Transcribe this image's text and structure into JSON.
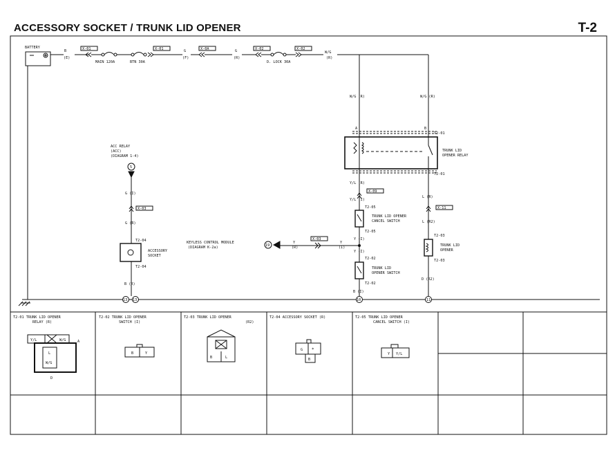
{
  "page": {
    "title": "ACCESSORY SOCKET / TRUNK LID OPENER",
    "page_number": "T-2"
  },
  "wiring": {
    "battery": "BATTERY",
    "w_b_e": "B",
    "w_b_e2": "(E)",
    "con_x01a": "X-01",
    "con_x01b": "X-01",
    "fuse_main": "MAIN 120A",
    "fuse_btn": "BTN 30A",
    "w_g_f": "G",
    "w_g_f2": "(F)",
    "con_x0a": "X-0A",
    "w_g_r": "G",
    "w_g_r2": "(R)",
    "con_x02a": "X-02",
    "con_x02b": "X-02",
    "fuse_dlock": "D. LOCK 30A",
    "w_wg": "W/G",
    "w_wg2": "(R)",
    "w_wg_left": "W/G (R)",
    "w_wg_right": "W/G (R)",
    "pin_a": "A",
    "pin_b": "B",
    "t201_top": "T2-01",
    "t201_bot": "T2-01",
    "relay_label1": "TRUNK LID",
    "relay_label2": "OPENER RELAY",
    "yl_r": "Y/L (R)",
    "con_x09": "X-09",
    "yl_i": "Y/L (I)",
    "l_r": "L (R)",
    "con_x11": "X-11",
    "l_r2": "L (R2)",
    "t205_top": "T2-05",
    "t205_bot": "T2-05",
    "cancel1": "TRUNK LID OPENER",
    "cancel2": "CANCEL SWITCH",
    "y_i_a": "Y (I)",
    "y_i_b": "Y (I)",
    "t202_top": "T2-02",
    "t202_bot": "T2-02",
    "opener_sw1": "TRUNK LID",
    "opener_sw2": "OPENER SWITCH",
    "b_i": "B (I)",
    "node10": "10",
    "t203_top": "T2-03",
    "t203_bot": "T2-03",
    "opener1": "TRUNK LID",
    "opener2": "OPENER",
    "d_r2": "D (R2)",
    "node11": "11",
    "acc_relay1": "ACC RELAY",
    "acc_relay2": "(ACC)",
    "acc_relay3": "(DIAGRAM 1-4)",
    "node5": "5",
    "g_i": "G (I)",
    "con_x03": "X-03",
    "g_r": "G (R)",
    "t204_top": "T2-04",
    "t204_bot": "T2-04",
    "socket1": "ACCESSORY",
    "socket2": "SOCKET",
    "b_r": "B (R)",
    "node13": "13",
    "node13b": "13",
    "keyless1": "KEYLESS CONTROL MODULE",
    "keyless2": "(DIAGRAM K-2a)",
    "node19": "19",
    "y_r": "Y",
    "y_r2": "(R)",
    "con_x03b": "X-03",
    "y_i_c": "Y",
    "y_i_c2": "(I)"
  },
  "connectors": [
    {
      "title": "T2-01 TRUNK LID OPENER",
      "title2": "RELAY (R)",
      "pins": [
        "Y/L",
        "W/G",
        "L",
        "W/G",
        "A",
        "D"
      ]
    },
    {
      "title": "T2-02 TRUNK LID OPENER",
      "title2": "SWITCH (I)",
      "pins": [
        "B",
        "Y"
      ]
    },
    {
      "title": "T2-03 TRUNK LID OPENER",
      "title2": "(R2)",
      "pins": [
        "B",
        "L"
      ]
    },
    {
      "title": "T2-04 ACCESSORY SOCKET (R)",
      "title2": "",
      "pins": [
        "G",
        "*",
        "B"
      ]
    },
    {
      "title": "T2-05 TRUNK LID OPENER",
      "title2": "CANCEL SWITCH (I)",
      "pins": [
        "Y",
        "Y/L"
      ]
    }
  ]
}
